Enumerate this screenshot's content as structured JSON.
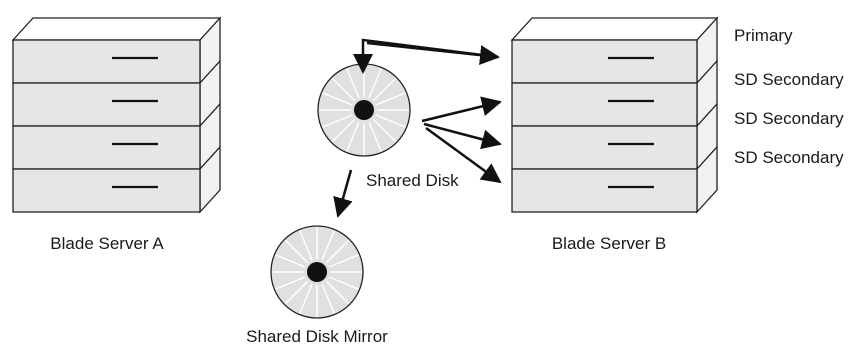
{
  "labels": {
    "blade_server_a": "Blade Server A",
    "blade_server_b": "Blade Server B",
    "shared_disk": "Shared Disk",
    "shared_disk_mirror": "Shared Disk Mirror",
    "primary": "Primary",
    "sd_secondary_1": "SD Secondary",
    "sd_secondary_2": "SD Secondary",
    "sd_secondary_3": "SD Secondary"
  },
  "colors": {
    "server_front": "#e6e6e6",
    "server_top": "#ffffff",
    "server_side": "#f2f2f2",
    "disk_fill": "#e0e0e0",
    "disk_hub": "#111111",
    "stroke": "#222222"
  },
  "blades_per_server": 4
}
